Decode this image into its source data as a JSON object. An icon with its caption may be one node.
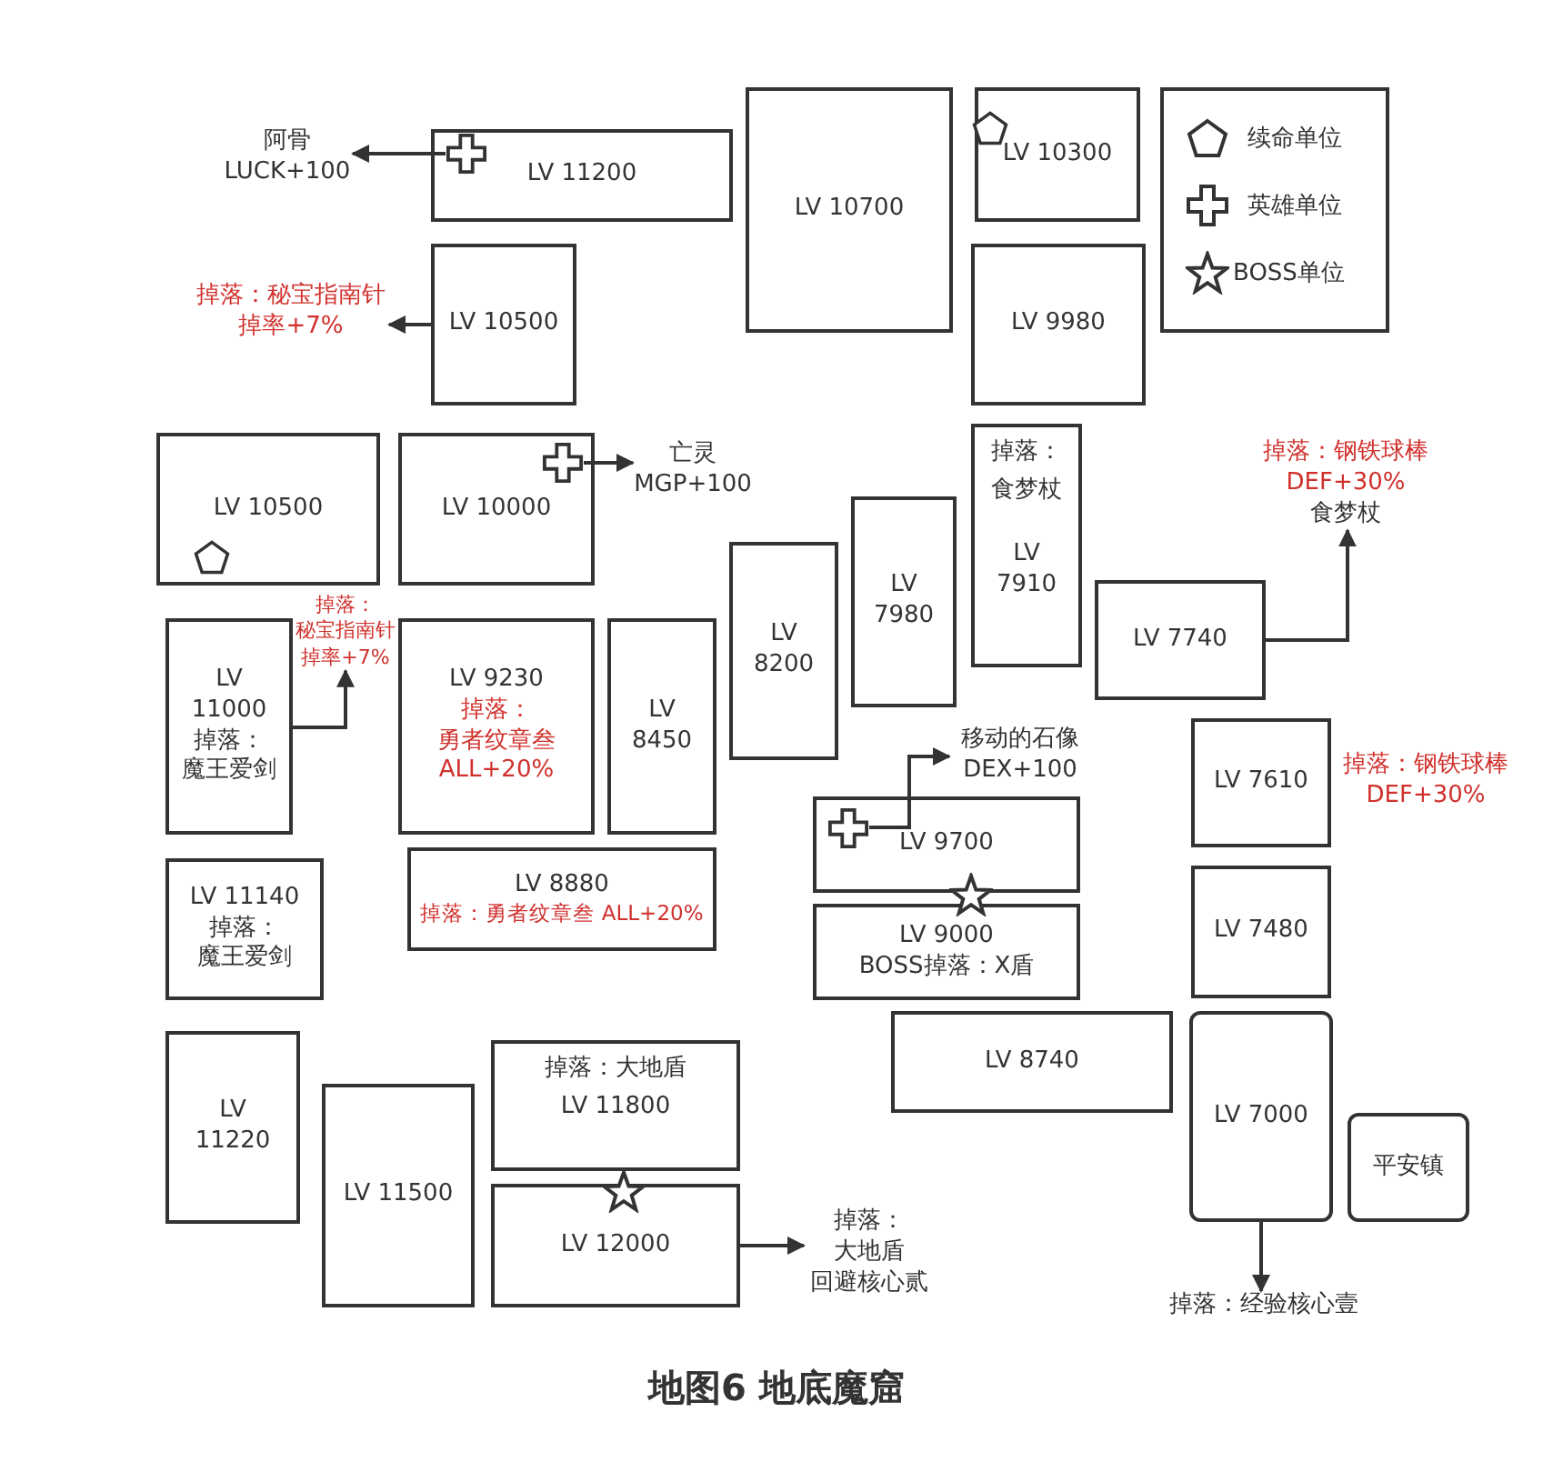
{
  "diagram": {
    "title": "地图6 地底魔窟",
    "nodes": [
      {
        "text": [
          "阿骨",
          "LUCK+100"
        ]
      },
      {
        "text": [
          "LV 11200"
        ]
      },
      {
        "text": [],
        "shape": "cross",
        "in": 1
      },
      {
        "text": [
          "LV 10700"
        ]
      },
      {
        "text": [
          "LV 10300"
        ]
      },
      {
        "text": [
          "掉落：秘宝指南针",
          "掉率+7%"
        ]
      },
      {
        "text": [
          "LV 10500"
        ]
      },
      {
        "text": [
          "LV 9980"
        ]
      },
      {
        "text": [
          "LV 10500"
        ]
      },
      {
        "text": [
          "LV 10000"
        ]
      },
      {
        "text": [],
        "shape": "cross",
        "in": 9
      },
      {
        "text": [
          "亡灵",
          "MGP+100"
        ]
      },
      {
        "text": [
          "掉落：",
          "食梦杖",
          "LV 7910"
        ]
      },
      {
        "text": [
          "掉落：钢铁球棒",
          "DEF+30%",
          "食梦杖"
        ]
      },
      {
        "text": [
          "LV 8200"
        ]
      },
      {
        "text": [
          "LV 7980"
        ]
      },
      {
        "text": [
          "LV 7740"
        ]
      },
      {
        "text": [
          "掉落：",
          "秘宝指南针",
          "掉率+7%"
        ]
      },
      {
        "text": [
          "LV 11000",
          "掉落：",
          "魔王爱剑"
        ]
      },
      {
        "text": [
          "LV 9230",
          "掉落：",
          "勇者纹章叁",
          "ALL+20%"
        ]
      },
      {
        "text": [
          "LV 8450"
        ]
      },
      {
        "text": [
          "移动的石像",
          "DEX+100"
        ]
      },
      {
        "text": [
          "LV 7610"
        ],
        "beside": [
          "掉落：钢铁球棒",
          "DEF+30%"
        ]
      },
      {
        "text": [
          "LV 9700"
        ]
      },
      {
        "text": [],
        "shape": "cross",
        "in": 23
      },
      {
        "text": [
          "LV 8880",
          "掉落：勇者纹章叁 ALL+20%"
        ]
      },
      {
        "text": [
          "LV 11140",
          "掉落：",
          "魔王爱剑"
        ]
      },
      {
        "text": [
          "LV 7480"
        ]
      },
      {
        "text": [
          "LV 9000",
          "BOSS掉落：X盾"
        ]
      },
      {
        "text": [
          "LV 8740"
        ]
      },
      {
        "text": [
          "LV 7000"
        ]
      },
      {
        "text": [
          "LV 11220"
        ]
      },
      {
        "text": [
          "掉落：大地盾",
          "LV 11800"
        ]
      },
      {
        "text": [
          "LV 11500"
        ]
      },
      {
        "text": [
          "平安镇"
        ]
      },
      {
        "text": [
          "LV 12000"
        ]
      },
      {
        "text": [
          "掉落：",
          "大地盾",
          "回避核心贰"
        ]
      },
      {
        "text": [
          "掉落：经验核心壹"
        ]
      }
    ],
    "edges": [
      {
        "from": 2,
        "to": 0,
        "arrow": "to"
      },
      {
        "from": 6,
        "to": 5,
        "arrow": "to"
      },
      {
        "from": 10,
        "to": 11,
        "arrow": "to"
      },
      {
        "from": 16,
        "to": 13,
        "arrow": "to"
      },
      {
        "from": 18,
        "to": 17,
        "arrow": "to"
      },
      {
        "from": 24,
        "to": 21,
        "arrow": "to"
      },
      {
        "from": 35,
        "to": 36,
        "arrow": "to"
      },
      {
        "from": 30,
        "to": 37,
        "arrow": "to"
      }
    ],
    "legend": [
      {
        "text": "续命单位"
      },
      {
        "text": "英雄单位"
      },
      {
        "text": "BOSS单位"
      }
    ]
  }
}
